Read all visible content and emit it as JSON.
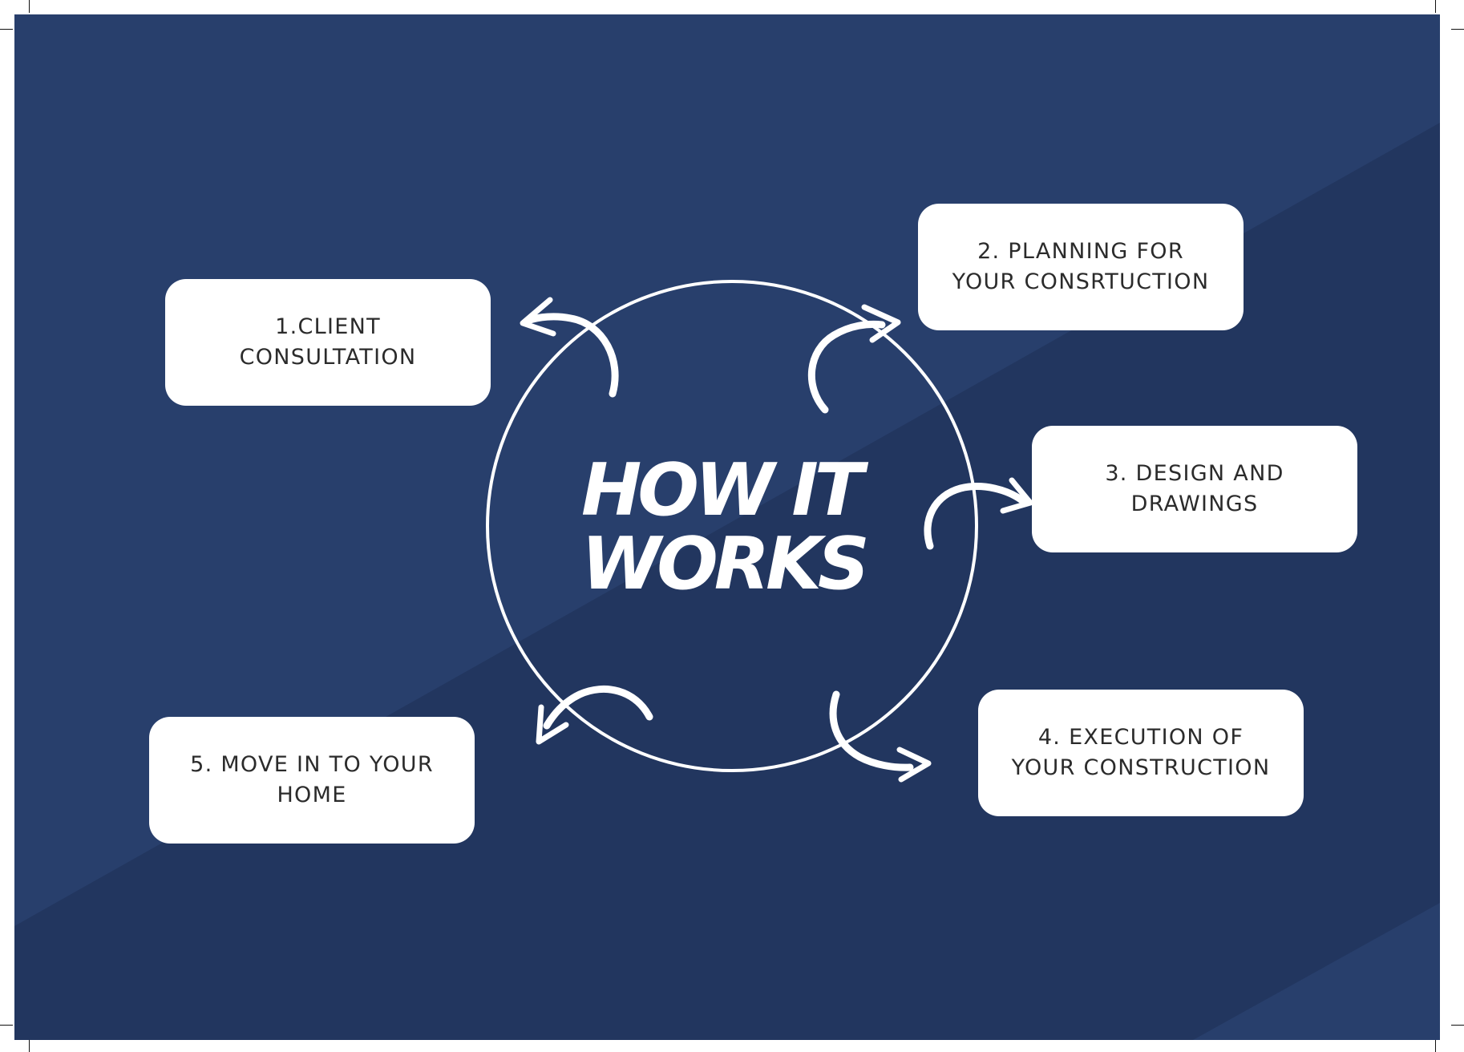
{
  "title": {
    "line1": "HOW IT",
    "line2": "WORKS"
  },
  "steps": [
    {
      "line1": "1.CLIENT",
      "line2": "CONSULTATION"
    },
    {
      "line1": "2. PLANNING FOR",
      "line2": "YOUR CONSRTUCTION"
    },
    {
      "line1": "3. DESIGN AND",
      "line2": "DRAWINGS"
    },
    {
      "line1": "4. EXECUTION OF",
      "line2": "YOUR CONSTRUCTION"
    },
    {
      "line1": "5. MOVE IN TO YOUR",
      "line2": "HOME"
    }
  ],
  "colors": {
    "background": "#283f6c",
    "background_shade": "#22365f",
    "box": "#ffffff",
    "box_text": "#2b2b2b",
    "accent": "#ffffff"
  }
}
